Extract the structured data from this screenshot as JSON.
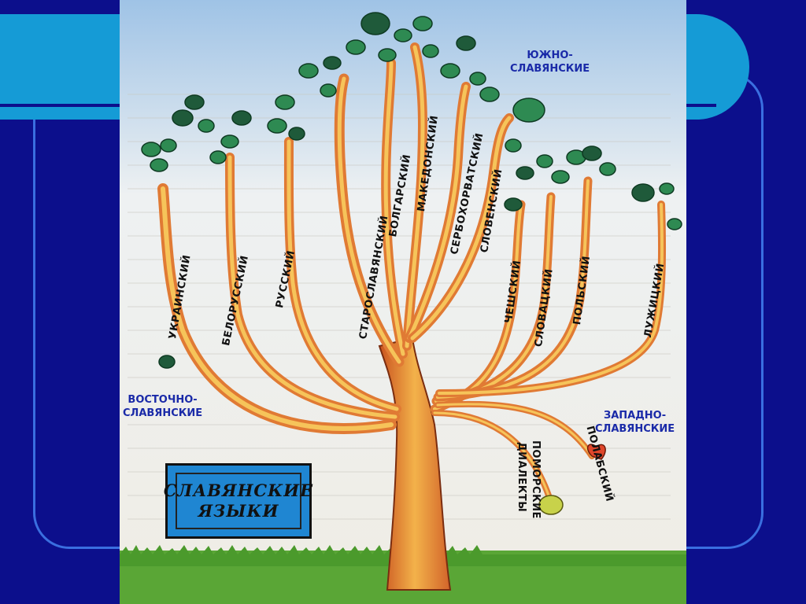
{
  "title_box": {
    "line1": "СЛАВЯНСКИЕ",
    "line2": "ЯЗЫКИ"
  },
  "groups": {
    "east": {
      "line1": "ВОСТОЧНО-",
      "line2": "СЛАВЯНСКИЕ"
    },
    "south": {
      "line1": "ЮЖНО-",
      "line2": "СЛАВЯНСКИЕ"
    },
    "west": {
      "line1": "ЗАПАДНО-",
      "line2": "СЛАВЯНСКИЕ"
    }
  },
  "branches": {
    "ukrainian": "УКРАИНСКИЙ",
    "belarusian": "БЕЛОРУССКИЙ",
    "russian": "РУССКИЙ",
    "old_slavonic": "СТАРОСЛАВЯНСКИЙ",
    "bulgarian": "БОЛГАРСКИЙ",
    "macedonian": "МАКЕДОНСКИЙ",
    "serbo_croatian": "СЕРБОХОРВАТСКИЙ",
    "slovenian": "СЛОВЕНСКИЙ",
    "czech": "ЧЕШСКИЙ",
    "slovak": "СЛОВАЦКИЙ",
    "polish": "ПОЛЬСКИЙ",
    "lusatian": "ЛУЖИЦКИЙ",
    "polabian": "ПОЛАБСКИЙ",
    "pomeranian_line1": "ПОМОРСКИЕ",
    "pomeranian_line2": "ДИАЛЕКТЫ"
  },
  "colors": {
    "background": "#0c0f8c",
    "title_bar": "#159bd6",
    "trunk": "#e2883a",
    "grass": "#5aa636",
    "title_box": "#1f86d2"
  }
}
